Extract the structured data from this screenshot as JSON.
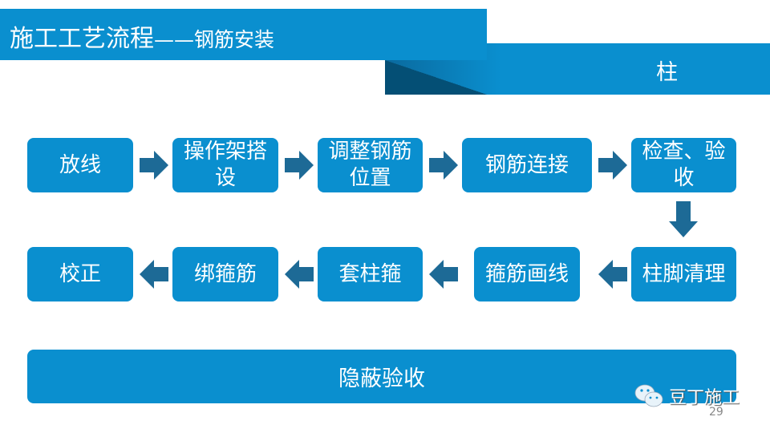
{
  "header": {
    "title": "施工工艺流程",
    "separator": "——",
    "subtitle": "钢筋安装",
    "section": "柱"
  },
  "flow": {
    "row1": [
      "放线",
      "操作架搭设",
      "调整钢筋位置",
      "钢筋连接",
      "检查、验收"
    ],
    "row2": [
      "校正",
      "绑箍筋",
      "套柱箍",
      "箍筋画线",
      "柱脚清理"
    ],
    "final": "隐蔽验收"
  },
  "footer": {
    "brand": "豆丁施工",
    "page": "29"
  },
  "colors": {
    "primary": "#0a8fcf",
    "arrow": "#1d6a96"
  }
}
